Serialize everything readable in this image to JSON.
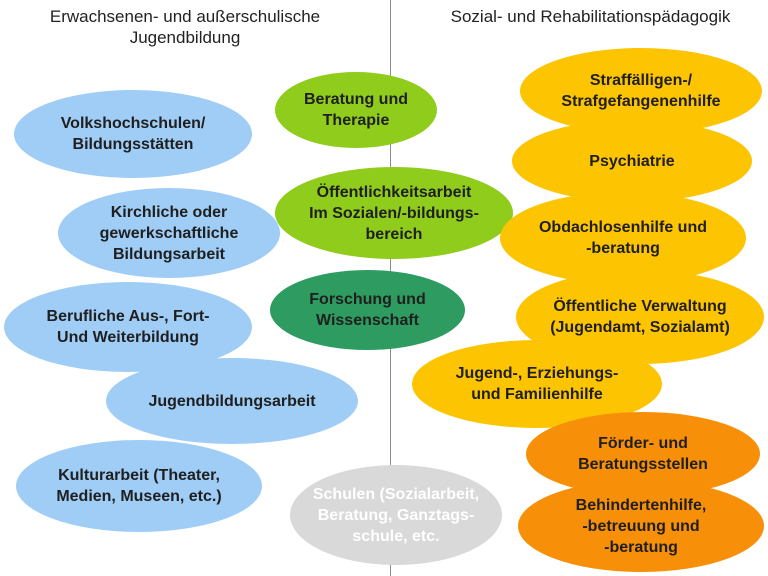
{
  "headers": {
    "left": "Erwachsenen- und außerschulische\nJugendbildung",
    "right": "Sozial- und Rehabilitationspädagogik"
  },
  "center": [
    "Beratung und\nTherapie",
    "Öffentlichkeitsarbeit\nIm Sozialen/-bildungs-\nbereich",
    "Forschung und\nWissenschaft",
    "Schulen (Sozialarbeit,\nBeratung, Ganztags-\nschule, etc."
  ],
  "left": [
    "Volkshochschulen/\nBildungsstätten",
    "Kirchliche oder\ngewerkschaftliche\nBildungsarbeit",
    "Berufliche Aus-, Fort-\nUnd Weiterbildung",
    "Jugendbildungsarbeit",
    "Kulturarbeit (Theater,\nMedien, Museen, etc.)"
  ],
  "right": [
    "Straffälligen-/\nStrafgefangenenhilfe",
    "Psychiatrie",
    "Obdachlosenhilfe und\n-beratung",
    "Öffentliche Verwaltung\n(Jugendamt, Sozialamt)",
    "Jugend-, Erziehungs-\nund Familienhilfe",
    "Förder- und\nBeratungsstellen",
    "Behindertenhilfe,\n-betreuung und\n-beratung"
  ],
  "colors": {
    "left": "#9fcdf6",
    "center_light_green": "#8fcc1c",
    "center_dark_green": "#2e9c60",
    "center_grey": "#d9d9d9",
    "right_yellow": "#fdc401",
    "right_orange": "#f79008"
  }
}
